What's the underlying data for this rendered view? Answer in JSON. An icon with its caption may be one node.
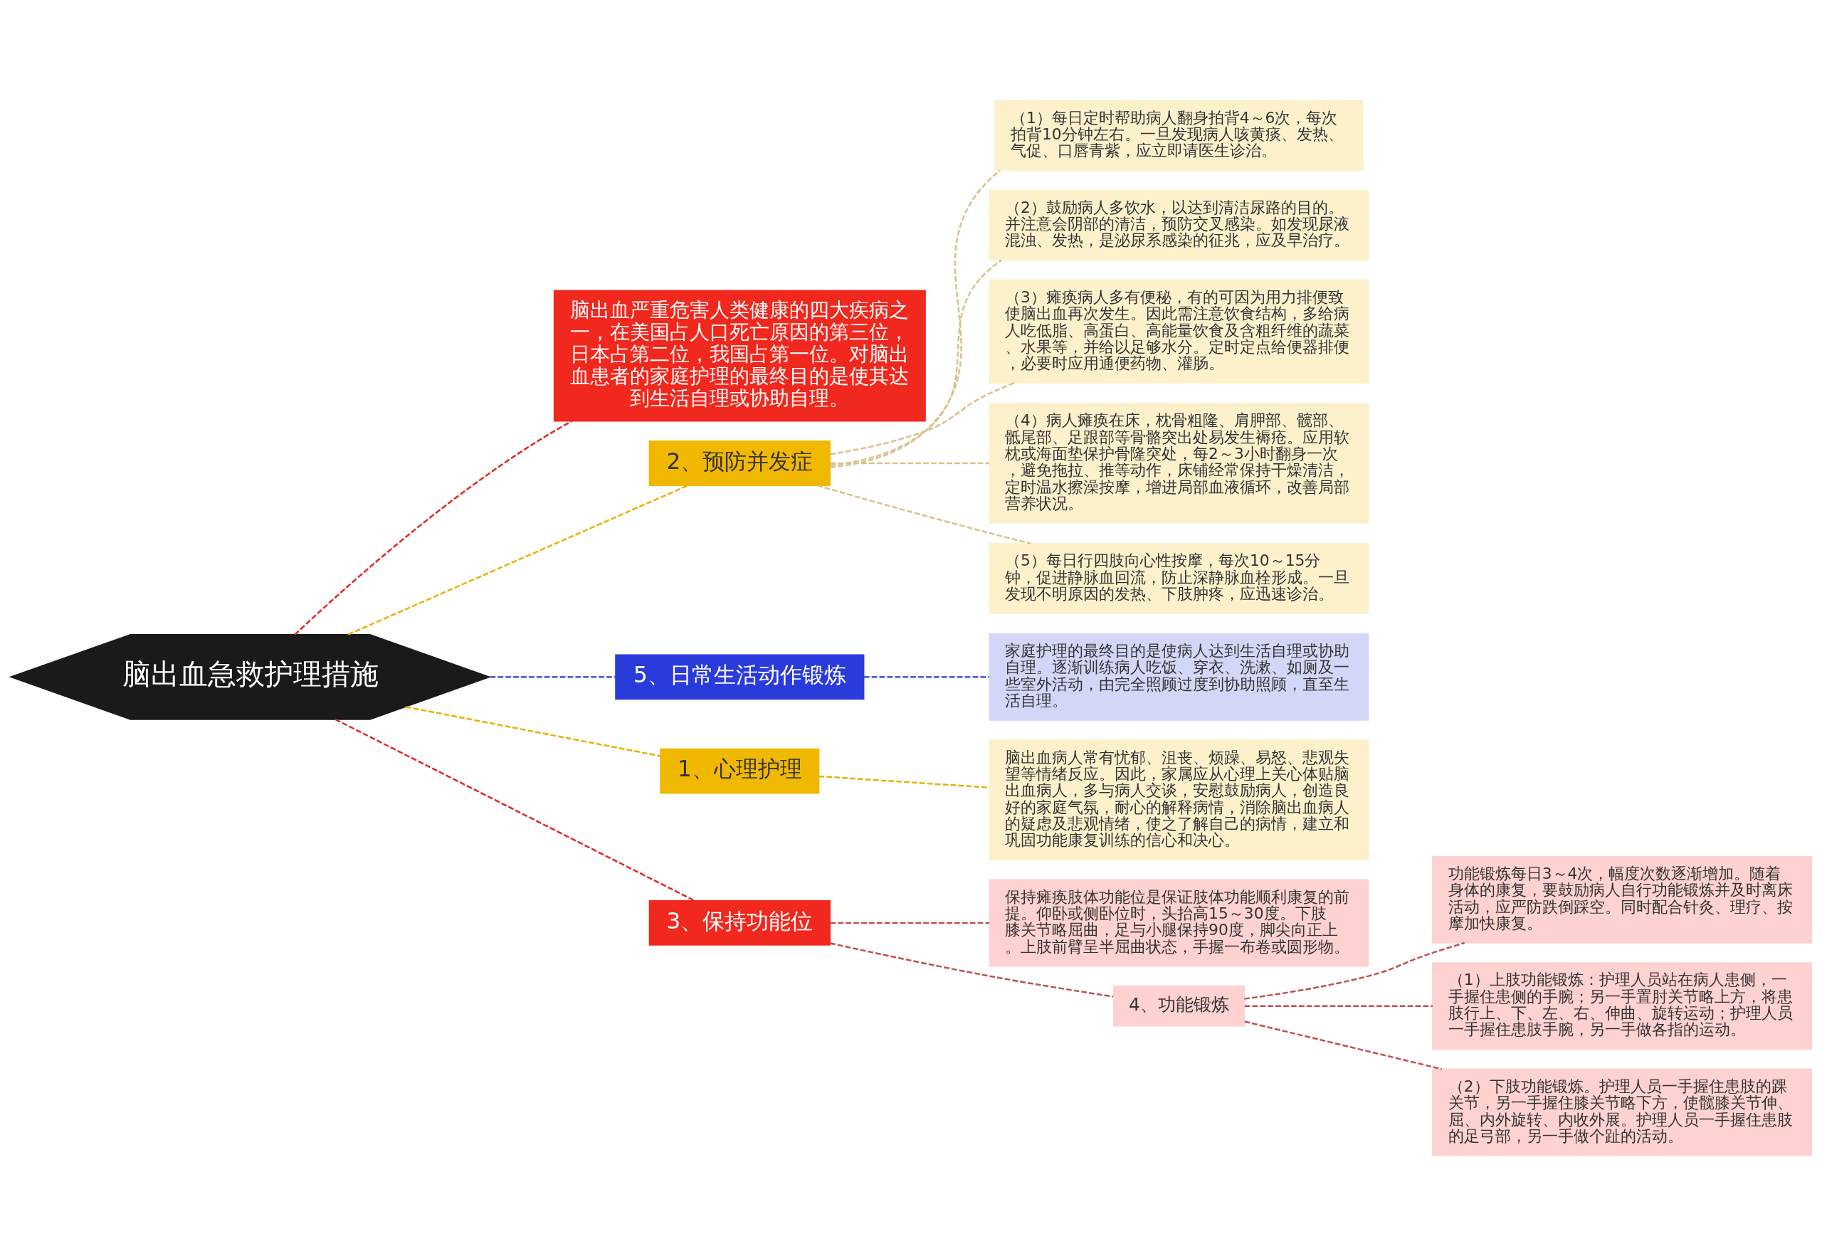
{
  "diagram": {
    "nodes": [
      {
        "text": [
          "脑出血急救护理措施"
        ]
      },
      {
        "text": [
          "脑出血严重危害人类健康的四大疾病之一，在美国占人口死亡原因的第三位，日本占第二位，我国占第一位。对脑出血患者的家庭护理的最终目的是使其达到生活自理或协助自理。"
        ]
      },
      {
        "text": [
          "2、预防并发症"
        ]
      },
      {
        "text": [
          "（1）每日定时帮助病人翻身拍背4～6次，每次拍背10分钟左右。一旦发现病人咳黄痰、发热、气促、口唇青紫，应立即请医生诊治。"
        ]
      },
      {
        "text": [
          "（2）鼓励病人多饮水，以达到清洁尿路的目的。并注意会阴部的清洁，预防交叉感染。如发现尿液混浊、发热，是泌尿系感染的征兆，应及早治疗。"
        ]
      },
      {
        "text": [
          "（3）瘫痪病人多有便秘，有的可因为用力排便致使脑出血再次发生。因此需注意饮食结构，多给病人吃低脂、高蛋白、高能量饮食及含粗纤维的蔬菜、水果等，并给以足够水分。定时定点给便器排便，必要时应用通便药物、灌肠。"
        ]
      },
      {
        "text": [
          "（4）病人瘫痪在床，枕骨粗隆、肩胛部、髋部、骶尾部、足跟部等骨骼突出处易发生褥疮。应用软枕或海面垫保护骨隆突处，每2～3小时翻身一次，避免拖拉、推等动作，床铺经常保持干燥清洁，定时温水擦澡按摩，增进局部血液循环，改善局部营养状况。"
        ]
      },
      {
        "text": [
          "（5）每日行四肢向心性按摩，每次10～15分钟，促进静脉血回流，防止深静脉血栓形成。一旦发现不明原因的发热、下肢肿疼，应迅速诊治。"
        ]
      },
      {
        "text": [
          "5、日常生活动作锻炼"
        ]
      },
      {
        "text": [
          "家庭护理的最终目的是使病人达到生活自理或协助自理。逐渐训练病人吃饭、穿衣、洗漱、如厕及一些室外活动，由完全照顾过度到协助照顾，直至生活自理。"
        ]
      },
      {
        "text": [
          "1、心理护理"
        ]
      },
      {
        "text": [
          "脑出血病人常有忧郁、沮丧、烦躁、易怒、悲观失望等情绪反应。因此，家属应从心理上关心体贴脑出血病人，多与病人交谈，安慰鼓励病人，创造良好的家庭气氛，耐心的解释病情，消除脑出血病人的疑虑及悲观情绪，使之了解自己的病情，建立和巩固功能康复训练的信心和决心。"
        ]
      },
      {
        "text": [
          "3、保持功能位"
        ]
      },
      {
        "text": [
          "保持瘫痪肢体功能位是保证肢体功能顺利康复的前提。仰卧或侧卧位时，头抬高15～30度。下肢膝关节略屈曲，足与小腿保持90度，脚尖向正上。上肢前臂呈半屈曲状态，手握一布卷或圆形物。"
        ]
      },
      {
        "text": [
          "4、功能锻炼"
        ]
      },
      {
        "text": [
          "功能锻炼每日3～4次，幅度次数逐渐增加。随着身体的康复，要鼓励病人自行功能锻炼并及时离床活动，应严防跌倒踩空。同时配合针灸、理疗、按摩加快康复。"
        ]
      },
      {
        "text": [
          "（1）上肢功能锻炼：护理人员站在病人患侧，一手握住患侧的手腕；另一手置肘关节略上方，将患肢行上、下、左、右、伸曲、旋转运动；护理人员一手握住患肢手腕，另一手做各指的运动。"
        ]
      },
      {
        "text": [
          "（2）下肢功能锻炼。护理人员一手握住患肢的踝关节，另一手握住膝关节略下方，使髋膝关节伸、屈、内外旋转、内收外展。护理人员一手握住患肢的足弓部，另一手做个趾的活动。"
        ]
      }
    ],
    "edges": [
      {
        "from": 0,
        "to": 1,
        "arrow": "none",
        "style": "dashed",
        "color": "#e0281e"
      },
      {
        "from": 0,
        "to": 2,
        "arrow": "none",
        "style": "dashed",
        "color": "#e8b000"
      },
      {
        "from": 2,
        "to": 3,
        "arrow": "none",
        "style": "dashed"
      },
      {
        "from": 2,
        "to": 4,
        "arrow": "none",
        "style": "dashed"
      },
      {
        "from": 2,
        "to": 5,
        "arrow": "none",
        "style": "dashed"
      },
      {
        "from": 2,
        "to": 6,
        "arrow": "none",
        "style": "dashed"
      },
      {
        "from": 2,
        "to": 7,
        "arrow": "none",
        "style": "dashed"
      },
      {
        "from": 0,
        "to": 8,
        "arrow": "none",
        "style": "dashed",
        "color": "#2a3bdc"
      },
      {
        "from": 8,
        "to": 9,
        "arrow": "none",
        "style": "dashed",
        "color": "#2a3bdc"
      },
      {
        "from": 0,
        "to": 10,
        "arrow": "none",
        "style": "dashed",
        "color": "#e8b000"
      },
      {
        "from": 10,
        "to": 11,
        "arrow": "none",
        "style": "dashed",
        "color": "#e8b000"
      },
      {
        "from": 0,
        "to": 12,
        "arrow": "none",
        "style": "dashed",
        "color": "#e0281e"
      },
      {
        "from": 12,
        "to": 13,
        "arrow": "none",
        "style": "dashed",
        "color": "#c0504d"
      },
      {
        "from": 12,
        "to": 14,
        "arrow": "none",
        "style": "dashed",
        "color": "#c0504d"
      },
      {
        "from": 14,
        "to": 15,
        "arrow": "none",
        "style": "dashed",
        "color": "#c0504d"
      },
      {
        "from": 14,
        "to": 16,
        "arrow": "none",
        "style": "dashed",
        "color": "#c0504d"
      },
      {
        "from": 14,
        "to": 17,
        "arrow": "none",
        "style": "dashed",
        "color": "#c0504d"
      }
    ]
  }
}
